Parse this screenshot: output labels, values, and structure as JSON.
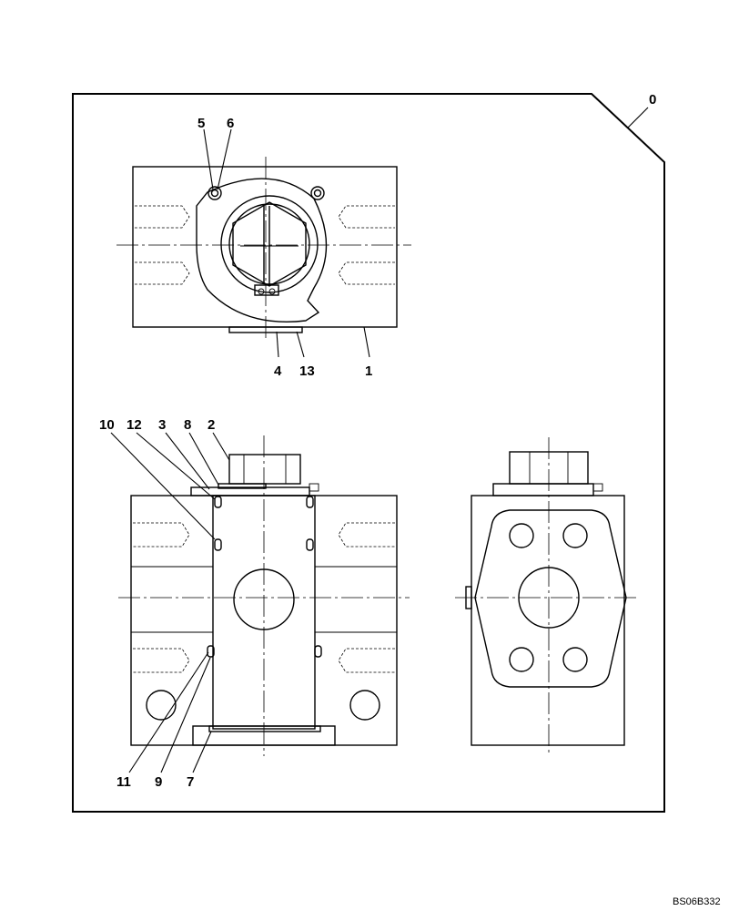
{
  "drawing": {
    "code": "BS06B332",
    "callouts": {
      "c0": "0",
      "c1": "1",
      "c2": "2",
      "c3": "3",
      "c4": "4",
      "c5": "5",
      "c6": "6",
      "c7": "7",
      "c8": "8",
      "c9": "9",
      "c10": "10",
      "c11": "11",
      "c12": "12",
      "c13": "13"
    }
  }
}
